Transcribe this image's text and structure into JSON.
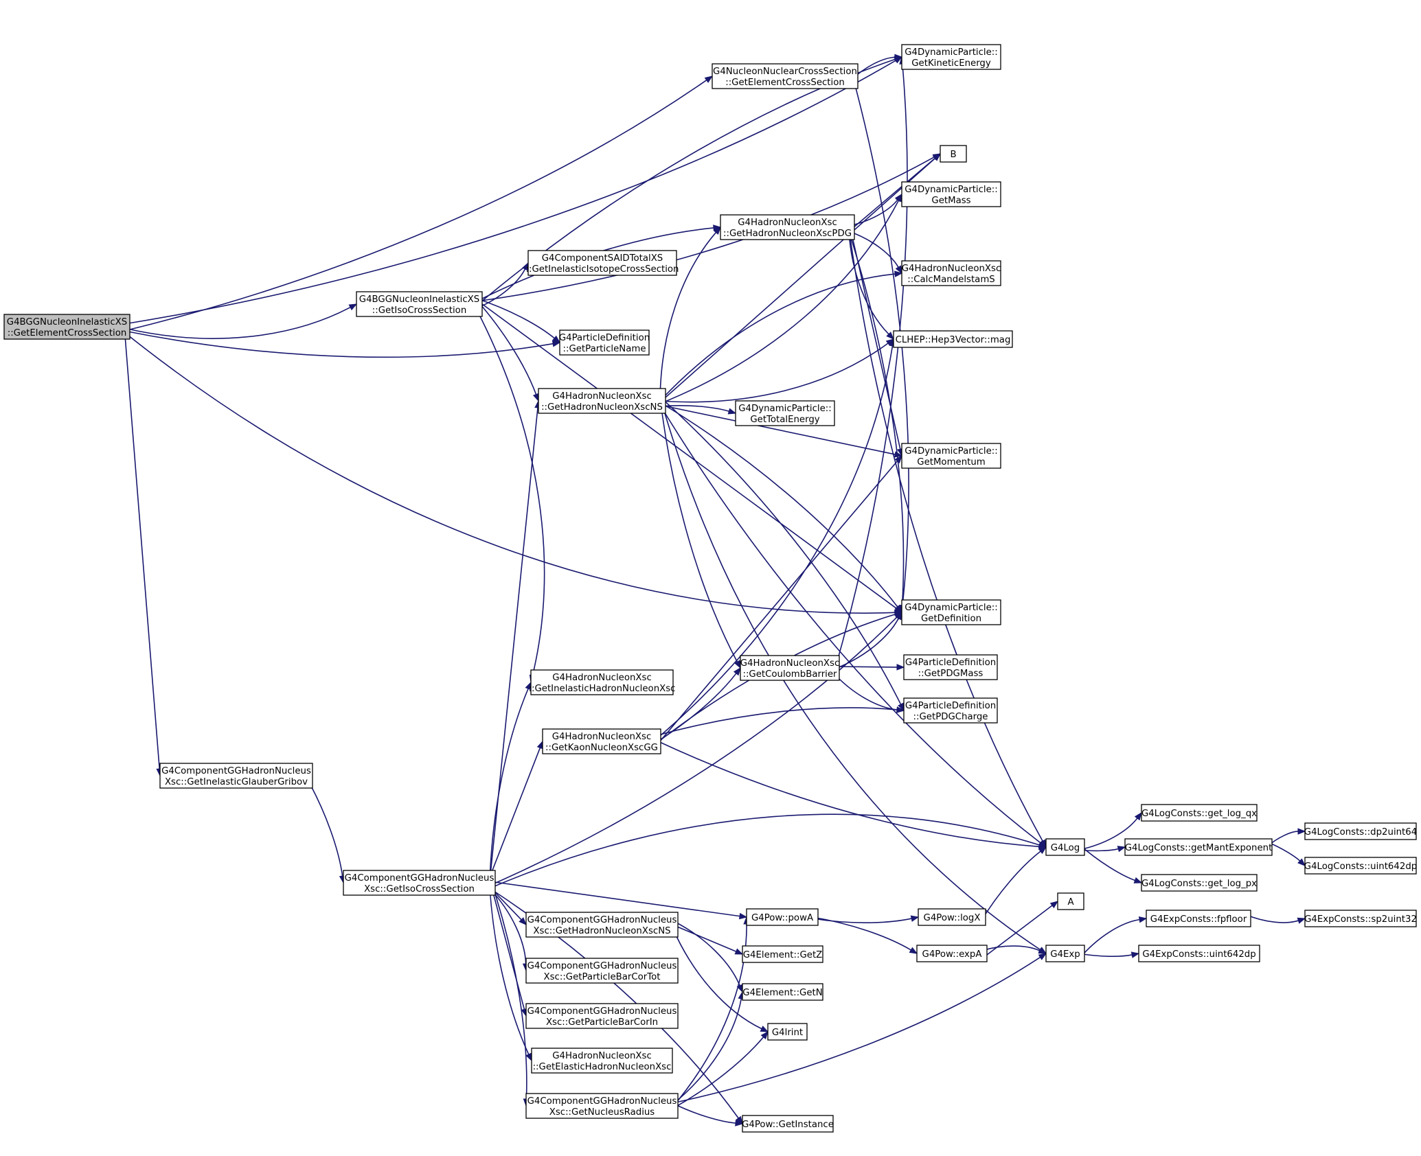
{
  "nodes": [
    {
      "id": "root",
      "lines": [
        "G4BGGNucleonInelasticXS",
        "::GetElementCrossSection"
      ]
    },
    {
      "id": "bgg_iso",
      "lines": [
        "G4BGGNucleonInelasticXS",
        "::GetIsoCrossSection"
      ]
    },
    {
      "id": "cgg_glauber",
      "lines": [
        "G4ComponentGGHadronNucleus",
        "Xsc::GetInelasticGlauberGribov"
      ]
    },
    {
      "id": "cgg_iso",
      "lines": [
        "G4ComponentGGHadronNucleus",
        "Xsc::GetIsoCrossSection"
      ]
    },
    {
      "id": "nn_elem",
      "lines": [
        "G4NucleonNuclearCrossSection",
        "::GetElementCrossSection"
      ]
    },
    {
      "id": "said",
      "lines": [
        "G4ComponentSAIDTotalXS",
        "::GetInelasticIsotopeCrossSection"
      ]
    },
    {
      "id": "pd_name",
      "lines": [
        "G4ParticleDefinition",
        "::GetParticleName"
      ]
    },
    {
      "id": "hn_ns",
      "lines": [
        "G4HadronNucleonXsc",
        "::GetHadronNucleonXscNS"
      ]
    },
    {
      "id": "hn_inel",
      "lines": [
        "G4HadronNucleonXsc",
        "::GetInelasticHadronNucleonXsc"
      ]
    },
    {
      "id": "hn_kaon",
      "lines": [
        "G4HadronNucleonXsc",
        "::GetKaonNucleonXscGG"
      ]
    },
    {
      "id": "cgg_hnns",
      "lines": [
        "G4ComponentGGHadronNucleus",
        "Xsc::GetHadronNucleonXscNS"
      ]
    },
    {
      "id": "cgg_bartot",
      "lines": [
        "G4ComponentGGHadronNucleus",
        "Xsc::GetParticleBarCorTot"
      ]
    },
    {
      "id": "cgg_barin",
      "lines": [
        "G4ComponentGGHadronNucleus",
        "Xsc::GetParticleBarCorIn"
      ]
    },
    {
      "id": "hn_elastic",
      "lines": [
        "G4HadronNucleonXsc",
        "::GetElasticHadronNucleonXsc"
      ]
    },
    {
      "id": "cgg_radius",
      "lines": [
        "G4ComponentGGHadronNucleus",
        "Xsc::GetNucleusRadius"
      ]
    },
    {
      "id": "hn_pdg",
      "lines": [
        "G4HadronNucleonXsc",
        "::GetHadronNucleonXscPDG"
      ]
    },
    {
      "id": "hn_coulomb",
      "lines": [
        "G4HadronNucleonXsc",
        "::GetCoulombBarrier"
      ]
    },
    {
      "id": "dp_total",
      "lines": [
        "G4DynamicParticle::",
        "GetTotalEnergy"
      ]
    },
    {
      "id": "pow_powA",
      "lines": [
        "G4Pow::powA"
      ]
    },
    {
      "id": "elem_z",
      "lines": [
        "G4Element::GetZ"
      ]
    },
    {
      "id": "elem_n",
      "lines": [
        "G4Element::GetN"
      ]
    },
    {
      "id": "lrint",
      "lines": [
        "G4lrint"
      ]
    },
    {
      "id": "pow_inst",
      "lines": [
        "G4Pow::GetInstance"
      ]
    },
    {
      "id": "dp_kin",
      "lines": [
        "G4DynamicParticle::",
        "GetKineticEnergy"
      ]
    },
    {
      "id": "B",
      "lines": [
        "B"
      ]
    },
    {
      "id": "dp_mass",
      "lines": [
        "G4DynamicParticle::",
        "GetMass"
      ]
    },
    {
      "id": "hn_mandel",
      "lines": [
        "G4HadronNucleonXsc",
        "::CalcMandelstamS"
      ]
    },
    {
      "id": "clhep_mag",
      "lines": [
        "CLHEP::Hep3Vector::mag"
      ]
    },
    {
      "id": "dp_mom",
      "lines": [
        "G4DynamicParticle::",
        "GetMomentum"
      ]
    },
    {
      "id": "dp_def",
      "lines": [
        "G4DynamicParticle::",
        "GetDefinition"
      ]
    },
    {
      "id": "pd_mass",
      "lines": [
        "G4ParticleDefinition",
        "::GetPDGMass"
      ]
    },
    {
      "id": "pd_charge",
      "lines": [
        "G4ParticleDefinition",
        "::GetPDGCharge"
      ]
    },
    {
      "id": "pow_logX",
      "lines": [
        "G4Pow::logX"
      ]
    },
    {
      "id": "pow_expA",
      "lines": [
        "G4Pow::expA"
      ]
    },
    {
      "id": "g4log",
      "lines": [
        "G4Log"
      ]
    },
    {
      "id": "A",
      "lines": [
        "A"
      ]
    },
    {
      "id": "g4exp",
      "lines": [
        "G4Exp"
      ]
    },
    {
      "id": "lc_qx",
      "lines": [
        "G4LogConsts::get_log_qx"
      ]
    },
    {
      "id": "lc_mant",
      "lines": [
        "G4LogConsts::getMantExponent"
      ]
    },
    {
      "id": "lc_px",
      "lines": [
        "G4LogConsts::get_log_px"
      ]
    },
    {
      "id": "lc_dp2",
      "lines": [
        "G4LogConsts::dp2uint64"
      ]
    },
    {
      "id": "lc_uint",
      "lines": [
        "G4LogConsts::uint642dp"
      ]
    },
    {
      "id": "ec_fpfloor",
      "lines": [
        "G4ExpConsts::fpfloor"
      ]
    },
    {
      "id": "ec_uint",
      "lines": [
        "G4ExpConsts::uint642dp"
      ]
    },
    {
      "id": "ec_sp2",
      "lines": [
        "G4ExpConsts::sp2uint32"
      ]
    }
  ],
  "edges": [
    [
      "root",
      "dp_kin"
    ],
    [
      "root",
      "nn_elem"
    ],
    [
      "root",
      "bgg_iso"
    ],
    [
      "root",
      "pd_name"
    ],
    [
      "root",
      "dp_def"
    ],
    [
      "root",
      "cgg_glauber"
    ],
    [
      "bgg_iso",
      "dp_kin"
    ],
    [
      "bgg_iso",
      "B"
    ],
    [
      "bgg_iso",
      "hn_pdg"
    ],
    [
      "bgg_iso",
      "said"
    ],
    [
      "bgg_iso",
      "pd_name"
    ],
    [
      "bgg_iso",
      "hn_ns"
    ],
    [
      "bgg_iso",
      "dp_def"
    ],
    [
      "bgg_iso",
      "hn_inel"
    ],
    [
      "nn_elem",
      "dp_kin"
    ],
    [
      "nn_elem",
      "dp_def"
    ],
    [
      "cgg_glauber",
      "cgg_iso"
    ],
    [
      "cgg_iso",
      "hn_ns"
    ],
    [
      "cgg_iso",
      "hn_inel"
    ],
    [
      "cgg_iso",
      "hn_kaon"
    ],
    [
      "cgg_iso",
      "dp_def"
    ],
    [
      "cgg_iso",
      "g4log"
    ],
    [
      "cgg_iso",
      "pow_powA"
    ],
    [
      "cgg_iso",
      "cgg_hnns"
    ],
    [
      "cgg_iso",
      "cgg_bartot"
    ],
    [
      "cgg_iso",
      "cgg_barin"
    ],
    [
      "cgg_iso",
      "hn_elastic"
    ],
    [
      "cgg_iso",
      "cgg_radius"
    ],
    [
      "cgg_iso",
      "pow_inst"
    ],
    [
      "hn_ns",
      "B"
    ],
    [
      "hn_ns",
      "dp_mass"
    ],
    [
      "hn_ns",
      "hn_pdg"
    ],
    [
      "hn_ns",
      "hn_mandel"
    ],
    [
      "hn_ns",
      "clhep_mag"
    ],
    [
      "hn_ns",
      "g4log"
    ],
    [
      "hn_ns",
      "dp_total"
    ],
    [
      "hn_ns",
      "dp_mom"
    ],
    [
      "hn_ns",
      "dp_def"
    ],
    [
      "hn_ns",
      "hn_coulomb"
    ],
    [
      "hn_ns",
      "pd_charge"
    ],
    [
      "hn_ns",
      "g4exp"
    ],
    [
      "hn_pdg",
      "B"
    ],
    [
      "hn_pdg",
      "dp_mass"
    ],
    [
      "hn_pdg",
      "hn_mandel"
    ],
    [
      "hn_pdg",
      "clhep_mag"
    ],
    [
      "hn_pdg",
      "dp_mom"
    ],
    [
      "hn_pdg",
      "dp_def"
    ],
    [
      "hn_pdg",
      "g4log"
    ],
    [
      "hn_coulomb",
      "dp_kin"
    ],
    [
      "hn_coulomb",
      "dp_def"
    ],
    [
      "hn_coulomb",
      "pd_mass"
    ],
    [
      "hn_coulomb",
      "pd_charge"
    ],
    [
      "hn_kaon",
      "hn_coulomb"
    ],
    [
      "hn_kaon",
      "clhep_mag"
    ],
    [
      "hn_kaon",
      "dp_mom"
    ],
    [
      "hn_kaon",
      "dp_def"
    ],
    [
      "hn_kaon",
      "pd_charge"
    ],
    [
      "hn_kaon",
      "g4log"
    ],
    [
      "cgg_hnns",
      "elem_z"
    ],
    [
      "cgg_hnns",
      "elem_n"
    ],
    [
      "cgg_hnns",
      "lrint"
    ],
    [
      "cgg_radius",
      "pow_powA"
    ],
    [
      "cgg_radius",
      "elem_n"
    ],
    [
      "cgg_radius",
      "lrint"
    ],
    [
      "cgg_radius",
      "pow_inst"
    ],
    [
      "cgg_radius",
      "g4exp"
    ],
    [
      "pow_powA",
      "pow_logX"
    ],
    [
      "pow_powA",
      "pow_expA"
    ],
    [
      "pow_logX",
      "g4log"
    ],
    [
      "pow_expA",
      "A"
    ],
    [
      "pow_expA",
      "g4exp"
    ],
    [
      "g4log",
      "lc_qx"
    ],
    [
      "g4log",
      "lc_mant"
    ],
    [
      "g4log",
      "lc_px"
    ],
    [
      "lc_mant",
      "lc_dp2"
    ],
    [
      "lc_mant",
      "lc_uint"
    ],
    [
      "g4exp",
      "ec_fpfloor"
    ],
    [
      "g4exp",
      "ec_uint"
    ],
    [
      "ec_fpfloor",
      "ec_sp2"
    ]
  ]
}
